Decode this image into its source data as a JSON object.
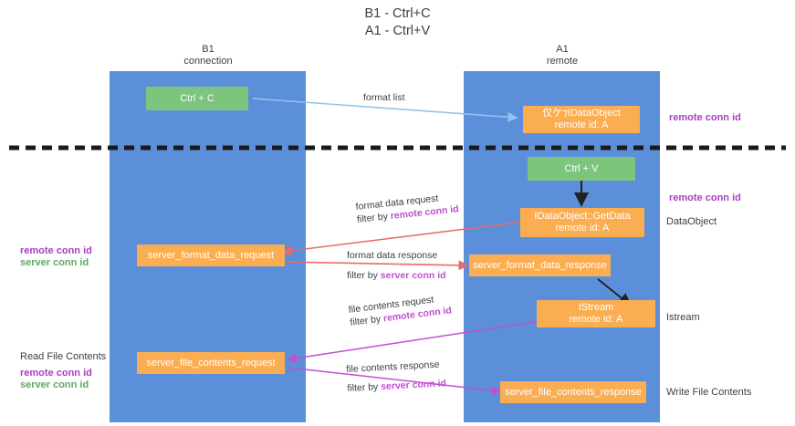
{
  "title": "B1 - Ctrl+C\nA1 - Ctrl+V",
  "columns": [
    {
      "name": "b1",
      "heading": "B1\nconnection"
    },
    {
      "name": "a1",
      "heading": "A1\nremote"
    }
  ],
  "boxes": {
    "ctrl_c": "Ctrl + C",
    "ctrl_v": "Ctrl + V",
    "idataobject_remote": "仅ケ⁊IDataObject\nremote id: A",
    "idataobject_getdata": "IDataObject::GetData\nremote id: A",
    "istream": "IStream\nremote id: A",
    "server_format_data_request": "server_format_data_request",
    "server_format_data_response": "server_format_data_response",
    "server_file_contents_request": "server_file_contents_request",
    "server_file_contents_response": "server_file_contents_response"
  },
  "arrow_labels": {
    "format_list": "format list",
    "format_data_request_line1": "format data request",
    "format_data_request_line2_prefix": "filter by ",
    "format_data_request_line2_key": "remote conn id",
    "format_data_response_line1": "format data response",
    "format_data_response_line2_prefix": "filter by ",
    "format_data_response_line2_key": "server conn id",
    "file_contents_request_line1": "file contents request",
    "file_contents_request_line2_prefix": "filter by ",
    "file_contents_request_line2_key": "remote conn id",
    "file_contents_response_line1": "file contents response",
    "file_contents_response_line2_prefix": "filter by ",
    "file_contents_response_line2_key": "server conn id"
  },
  "margin_labels": {
    "right_remote_conn_id_top": "remote conn id",
    "right_remote_conn_id_mid": "remote conn id",
    "right_dataobject": "DataObject",
    "right_istream": "Istream",
    "right_write_file_contents": "Write File Contents",
    "left_remote_conn_id": "remote conn id",
    "left_server_conn_id": "server conn id",
    "left_read_file_contents": "Read File Contents",
    "left_remote_conn_id_2": "remote conn id",
    "left_server_conn_id_2": "server conn id"
  },
  "colors": {
    "column_blue": "#5b8fd9",
    "green_box": "#7dc47d",
    "orange_box": "#fbad51",
    "divider_black": "#1a1a1a",
    "arrow_red": "#ea6a6a",
    "arrow_magenta": "#c04fd0",
    "arrow_lightblue": "#8ec5ef",
    "arrow_black": "#222222",
    "purple_text": "#a83fc0",
    "green_text": "#5fa85f"
  }
}
